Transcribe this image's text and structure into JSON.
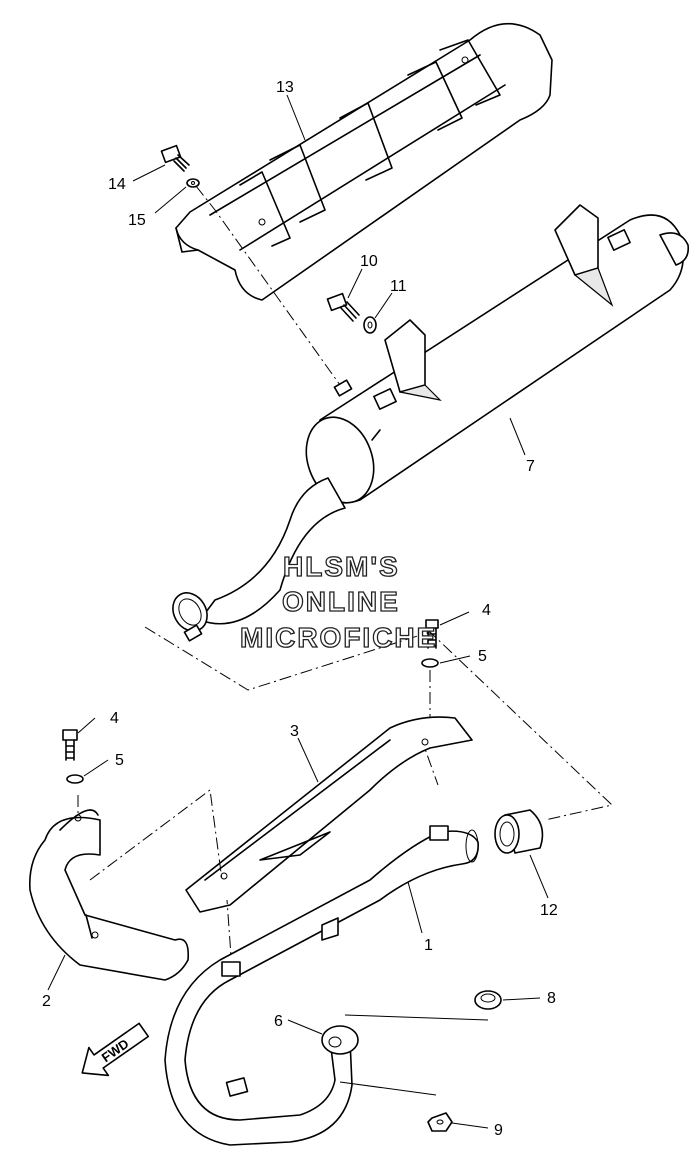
{
  "watermark": {
    "line1": "HLSM'S",
    "line2": "ONLINE",
    "line3": "MICROFICHE"
  },
  "direction_label": "FWD",
  "callouts": {
    "c1": "1",
    "c2": "2",
    "c3": "3",
    "c4a": "4",
    "c4b": "4",
    "c5a": "5",
    "c5b": "5",
    "c6": "6",
    "c7": "7",
    "c8": "8",
    "c9": "9",
    "c10": "10",
    "c11": "11",
    "c12": "12",
    "c13": "13",
    "c14": "14",
    "c15": "15"
  }
}
